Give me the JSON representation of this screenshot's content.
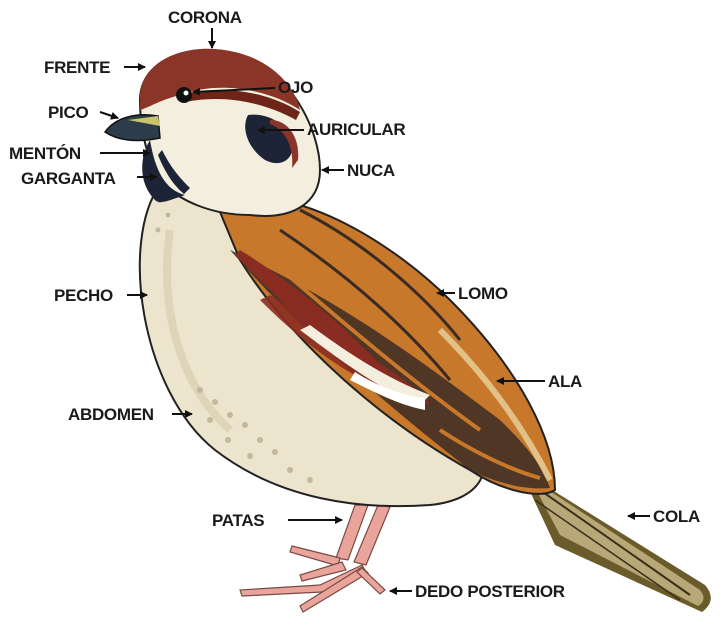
{
  "labels": {
    "corona": "CORONA",
    "frente": "FRENTE",
    "ojo": "OJO",
    "pico": "PICO",
    "auricular": "AURICULAR",
    "menton": "MENTÓN",
    "nuca": "NUCA",
    "garganta": "GARGANTA",
    "pecho": "PECHO",
    "lomo": "LOMO",
    "ala": "ALA",
    "abdomen": "ABDOMEN",
    "patas": "PATAS",
    "cola": "COLA",
    "dedo_posterior": "DEDO POSTERIOR"
  },
  "colors": {
    "crown": "#8b3528",
    "cheek": "#f4eedf",
    "bib": "#1d2437",
    "beak": "#2d3c4a",
    "beak_edge": "#c9c56a",
    "breast": "#ece4cc",
    "wing": "#c8782a",
    "wing_dark": "#3a2a24",
    "wing_red": "#8a2c22",
    "tail": "#6b5a2a",
    "legs": "#e9a59c",
    "line": "#111111"
  }
}
